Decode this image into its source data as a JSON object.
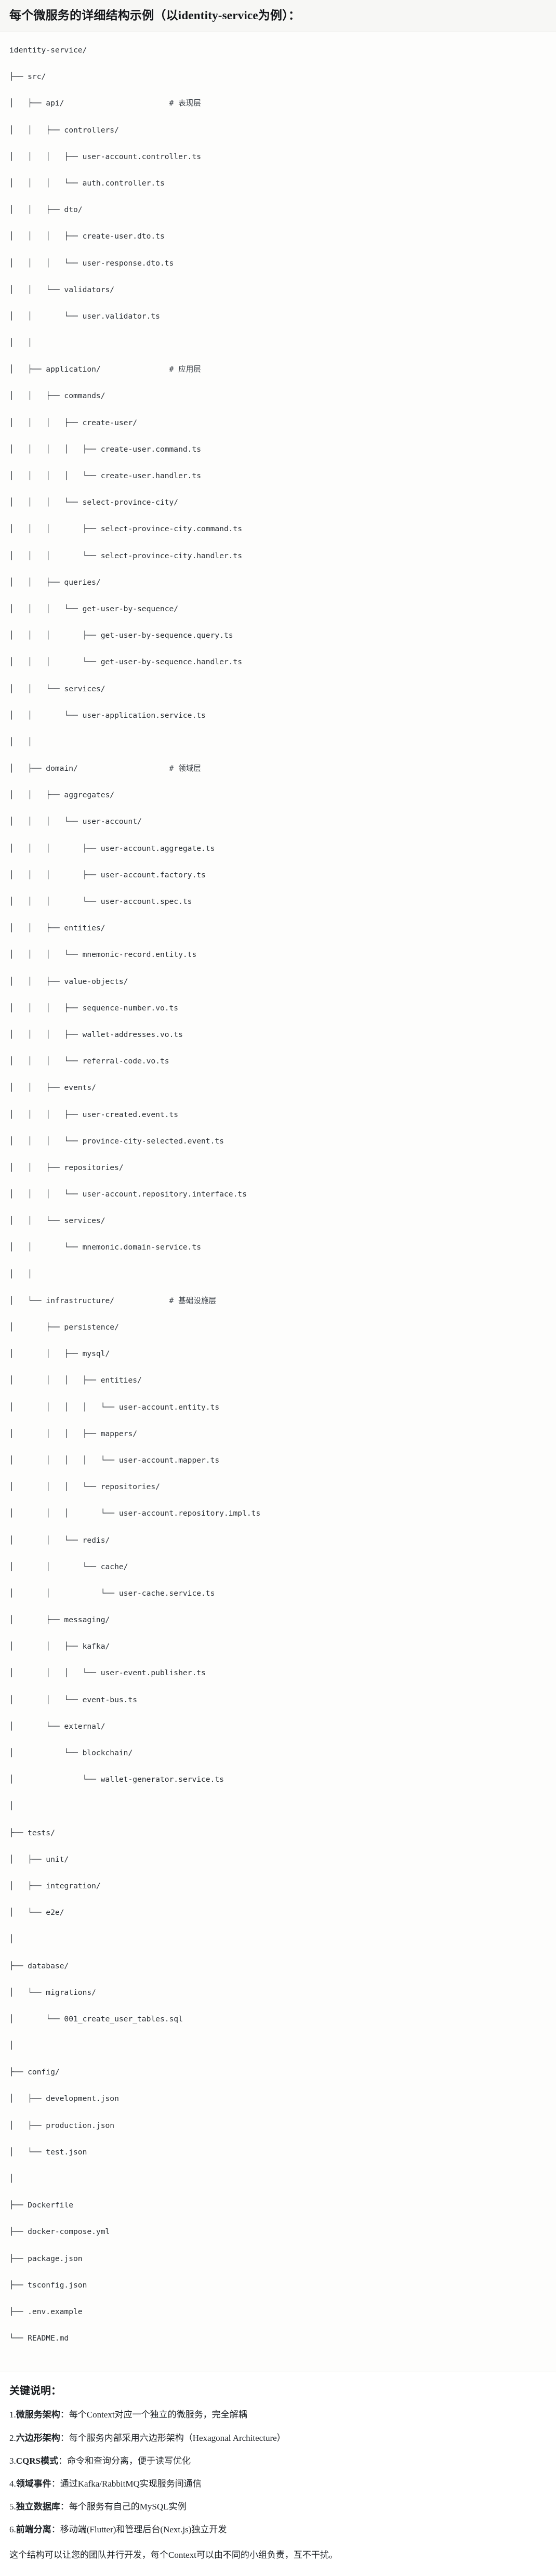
{
  "header": {
    "title": "每个微服务的详细结构示例（以identity-service为例）："
  },
  "tree": {
    "root": "identity-service/",
    "lines": [
      {
        "path": "identity-service/",
        "comment": ""
      },
      {
        "path": "├── src/",
        "comment": ""
      },
      {
        "path": "│   ├── api/",
        "comment": "# 表现层"
      },
      {
        "path": "│   │   ├── controllers/",
        "comment": ""
      },
      {
        "path": "│   │   │   ├── user-account.controller.ts",
        "comment": ""
      },
      {
        "path": "│   │   │   └── auth.controller.ts",
        "comment": ""
      },
      {
        "path": "│   │   ├── dto/",
        "comment": ""
      },
      {
        "path": "│   │   │   ├── create-user.dto.ts",
        "comment": ""
      },
      {
        "path": "│   │   │   └── user-response.dto.ts",
        "comment": ""
      },
      {
        "path": "│   │   └── validators/",
        "comment": ""
      },
      {
        "path": "│   │       └── user.validator.ts",
        "comment": ""
      },
      {
        "path": "│   │",
        "comment": ""
      },
      {
        "path": "│   ├── application/",
        "comment": "# 应用层"
      },
      {
        "path": "│   │   ├── commands/",
        "comment": ""
      },
      {
        "path": "│   │   │   ├── create-user/",
        "comment": ""
      },
      {
        "path": "│   │   │   │   ├── create-user.command.ts",
        "comment": ""
      },
      {
        "path": "│   │   │   │   └── create-user.handler.ts",
        "comment": ""
      },
      {
        "path": "│   │   │   └── select-province-city/",
        "comment": ""
      },
      {
        "path": "│   │   │       ├── select-province-city.command.ts",
        "comment": ""
      },
      {
        "path": "│   │   │       └── select-province-city.handler.ts",
        "comment": ""
      },
      {
        "path": "│   │   ├── queries/",
        "comment": ""
      },
      {
        "path": "│   │   │   └── get-user-by-sequence/",
        "comment": ""
      },
      {
        "path": "│   │   │       ├── get-user-by-sequence.query.ts",
        "comment": ""
      },
      {
        "path": "│   │   │       └── get-user-by-sequence.handler.ts",
        "comment": ""
      },
      {
        "path": "│   │   └── services/",
        "comment": ""
      },
      {
        "path": "│   │       └── user-application.service.ts",
        "comment": ""
      },
      {
        "path": "│   │",
        "comment": ""
      },
      {
        "path": "│   ├── domain/",
        "comment": "# 领域层"
      },
      {
        "path": "│   │   ├── aggregates/",
        "comment": ""
      },
      {
        "path": "│   │   │   └── user-account/",
        "comment": ""
      },
      {
        "path": "│   │   │       ├── user-account.aggregate.ts",
        "comment": ""
      },
      {
        "path": "│   │   │       ├── user-account.factory.ts",
        "comment": ""
      },
      {
        "path": "│   │   │       └── user-account.spec.ts",
        "comment": ""
      },
      {
        "path": "│   │   ├── entities/",
        "comment": ""
      },
      {
        "path": "│   │   │   └── mnemonic-record.entity.ts",
        "comment": ""
      },
      {
        "path": "│   │   ├── value-objects/",
        "comment": ""
      },
      {
        "path": "│   │   │   ├── sequence-number.vo.ts",
        "comment": ""
      },
      {
        "path": "│   │   │   ├── wallet-addresses.vo.ts",
        "comment": ""
      },
      {
        "path": "│   │   │   └── referral-code.vo.ts",
        "comment": ""
      },
      {
        "path": "│   │   ├── events/",
        "comment": ""
      },
      {
        "path": "│   │   │   ├── user-created.event.ts",
        "comment": ""
      },
      {
        "path": "│   │   │   └── province-city-selected.event.ts",
        "comment": ""
      },
      {
        "path": "│   │   ├── repositories/",
        "comment": ""
      },
      {
        "path": "│   │   │   └── user-account.repository.interface.ts",
        "comment": ""
      },
      {
        "path": "│   │   └── services/",
        "comment": ""
      },
      {
        "path": "│   │       └── mnemonic.domain-service.ts",
        "comment": ""
      },
      {
        "path": "│   │",
        "comment": ""
      },
      {
        "path": "│   └── infrastructure/",
        "comment": "# 基础设施层"
      },
      {
        "path": "│       ├── persistence/",
        "comment": ""
      },
      {
        "path": "│       │   ├── mysql/",
        "comment": ""
      },
      {
        "path": "│       │   │   ├── entities/",
        "comment": ""
      },
      {
        "path": "│       │   │   │   └── user-account.entity.ts",
        "comment": ""
      },
      {
        "path": "│       │   │   ├── mappers/",
        "comment": ""
      },
      {
        "path": "│       │   │   │   └── user-account.mapper.ts",
        "comment": ""
      },
      {
        "path": "│       │   │   └── repositories/",
        "comment": ""
      },
      {
        "path": "│       │   │       └── user-account.repository.impl.ts",
        "comment": ""
      },
      {
        "path": "│       │   └── redis/",
        "comment": ""
      },
      {
        "path": "│       │       └── cache/",
        "comment": ""
      },
      {
        "path": "│       │           └── user-cache.service.ts",
        "comment": ""
      },
      {
        "path": "│       ├── messaging/",
        "comment": ""
      },
      {
        "path": "│       │   ├── kafka/",
        "comment": ""
      },
      {
        "path": "│       │   │   └── user-event.publisher.ts",
        "comment": ""
      },
      {
        "path": "│       │   └── event-bus.ts",
        "comment": ""
      },
      {
        "path": "│       └── external/",
        "comment": ""
      },
      {
        "path": "│           └── blockchain/",
        "comment": ""
      },
      {
        "path": "│               └── wallet-generator.service.ts",
        "comment": ""
      },
      {
        "path": "│",
        "comment": ""
      },
      {
        "path": "├── tests/",
        "comment": ""
      },
      {
        "path": "│   ├── unit/",
        "comment": ""
      },
      {
        "path": "│   ├── integration/",
        "comment": ""
      },
      {
        "path": "│   └── e2e/",
        "comment": ""
      },
      {
        "path": "│",
        "comment": ""
      },
      {
        "path": "├── database/",
        "comment": ""
      },
      {
        "path": "│   └── migrations/",
        "comment": ""
      },
      {
        "path": "│       └── 001_create_user_tables.sql",
        "comment": ""
      },
      {
        "path": "│",
        "comment": ""
      },
      {
        "path": "├── config/",
        "comment": ""
      },
      {
        "path": "│   ├── development.json",
        "comment": ""
      },
      {
        "path": "│   ├── production.json",
        "comment": ""
      },
      {
        "path": "│   └── test.json",
        "comment": ""
      },
      {
        "path": "│",
        "comment": ""
      },
      {
        "path": "├── Dockerfile",
        "comment": ""
      },
      {
        "path": "├── docker-compose.yml",
        "comment": ""
      },
      {
        "path": "├── package.json",
        "comment": ""
      },
      {
        "path": "├── tsconfig.json",
        "comment": ""
      },
      {
        "path": "├── .env.example",
        "comment": ""
      },
      {
        "path": "└── README.md",
        "comment": ""
      }
    ]
  },
  "notes": {
    "heading": "关键说明：",
    "items": [
      {
        "num": "1.",
        "term": "微服务架构",
        "text": "：每个Context对应一个独立的微服务，完全解耦"
      },
      {
        "num": "2.",
        "term": "六边形架构",
        "text": "：每个服务内部采用六边形架构（Hexagonal Architecture）"
      },
      {
        "num": "3.",
        "term": "CQRS模式",
        "text": "：命令和查询分离，便于读写优化"
      },
      {
        "num": "4.",
        "term": "领域事件",
        "text": "：通过Kafka/RabbitMQ实现服务间通信"
      },
      {
        "num": "5.",
        "term": "独立数据库",
        "text": "：每个服务有自己的MySQL实例"
      },
      {
        "num": "6.",
        "term": "前端分离",
        "text": "：移动端(Flutter)和管理后台(Next.js)独立开发"
      }
    ],
    "footer": "这个结构可以让您的团队并行开发，每个Context可以由不同的小组负责，互不干扰。"
  },
  "colors": {
    "header_bg": "#f7f7f5",
    "code_bg": "#fdfdfc",
    "text": "#1f2328",
    "code_text": "#2b3036",
    "border": "#d8d8d4"
  }
}
